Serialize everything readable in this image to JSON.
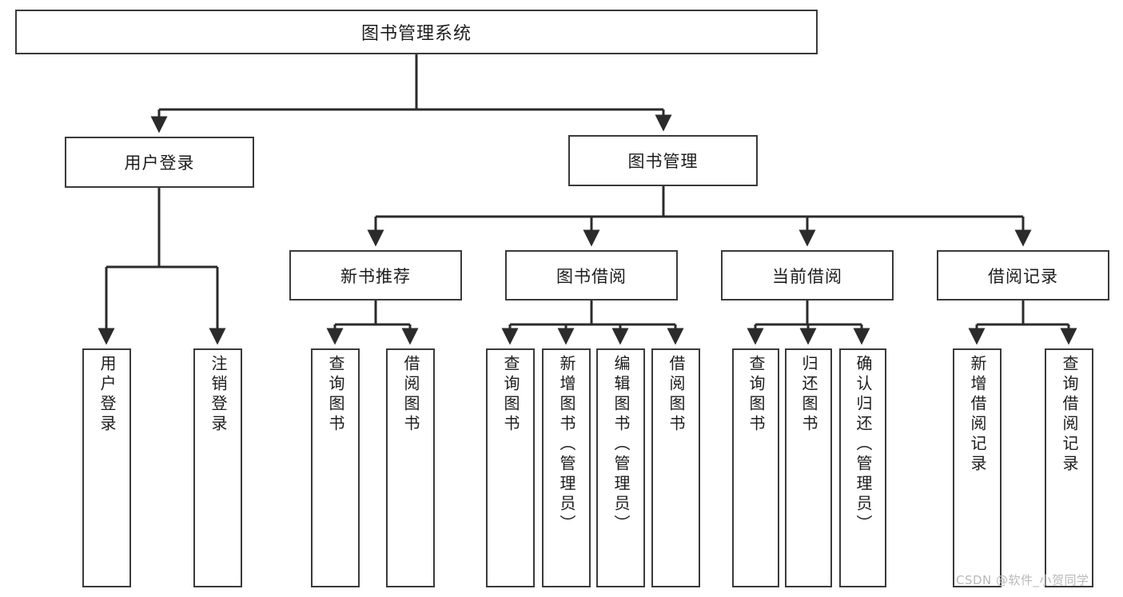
{
  "diagram": {
    "type": "tree",
    "title": "图书管理系统",
    "root": {
      "label": "图书管理系统"
    },
    "level2": [
      {
        "id": "user-login",
        "label": "用户登录"
      },
      {
        "id": "book-manage",
        "label": "图书管理"
      }
    ],
    "level3": [
      {
        "id": "new-book-rec",
        "label": "新书推荐",
        "parent": "book-manage"
      },
      {
        "id": "book-borrow",
        "label": "图书借阅",
        "parent": "book-manage"
      },
      {
        "id": "current-borrow",
        "label": "当前借阅",
        "parent": "book-manage"
      },
      {
        "id": "borrow-record",
        "label": "借阅记录",
        "parent": "book-manage"
      }
    ],
    "leaves": {
      "user-login": [
        {
          "id": "leaf-user-login",
          "label": "用户登录"
        },
        {
          "id": "leaf-logout",
          "label": "注销登录"
        }
      ],
      "new-book-rec": [
        {
          "id": "leaf-query-book-1",
          "label": "查询图书"
        },
        {
          "id": "leaf-borrow-book-1",
          "label": "借阅图书"
        }
      ],
      "book-borrow": [
        {
          "id": "leaf-query-book-2",
          "label": "查询图书"
        },
        {
          "id": "leaf-add-book",
          "label": "新增图书（管理员）"
        },
        {
          "id": "leaf-edit-book",
          "label": "编辑图书（管理员）"
        },
        {
          "id": "leaf-borrow-book-2",
          "label": "借阅图书"
        }
      ],
      "current-borrow": [
        {
          "id": "leaf-query-book-3",
          "label": "查询图书"
        },
        {
          "id": "leaf-return-book",
          "label": "归还图书"
        },
        {
          "id": "leaf-confirm-return",
          "label": "确认归还（管理员）"
        }
      ],
      "borrow-record": [
        {
          "id": "leaf-add-record",
          "label": "新增借阅记录"
        },
        {
          "id": "leaf-query-record",
          "label": "查询借阅记录"
        }
      ]
    },
    "colors": {
      "box_border": "#3a3a3a",
      "box_fill": "#ffffff",
      "connector": "#2b2b2b",
      "text": "#1c1c1c",
      "watermark": "#b9b9b9"
    }
  },
  "watermark": {
    "text": "CSDN @软件_小贺同学"
  }
}
